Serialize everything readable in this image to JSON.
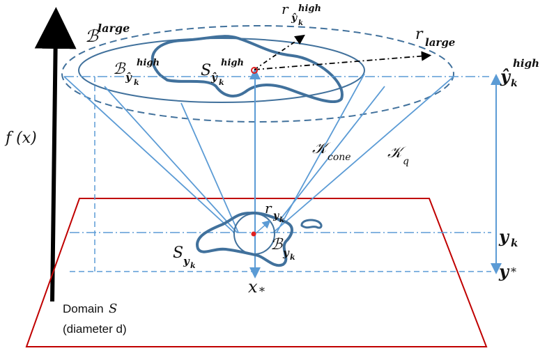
{
  "labels": {
    "f_x": "f (x)",
    "B_large_main": "ℬ",
    "B_large_sup": "large",
    "B_hat_main": "ℬ",
    "B_hat_sub": "ŷ",
    "B_hat_subsub": "k",
    "B_hat_sup": "high",
    "S_hat_main": "S",
    "S_hat_sub": "ŷ",
    "S_hat_subsub": "k",
    "S_hat_sup": "high",
    "r_hat_main": "r",
    "r_hat_sub": "ŷ",
    "r_hat_subsub": "k",
    "r_hat_sup": "high",
    "r_large_main": "r",
    "r_large_sub": "large",
    "y_hat_main": "ŷ",
    "y_hat_sub": "k",
    "y_hat_sup": "high",
    "K_cone_main": "𝒦",
    "K_cone_sub": "cone",
    "K_q_main": "𝒦",
    "K_q_sub": "q",
    "r_yk_main": "r",
    "r_yk_sub": "y",
    "r_yk_subsub": "k",
    "B_yk_main": "ℬ",
    "B_yk_sub": "y",
    "B_yk_subsub": "k",
    "S_yk_main": "S",
    "S_yk_sub": "y",
    "S_yk_subsub": "k",
    "y_k_main": "y",
    "y_k_sub": "k",
    "y_star": "y",
    "y_star_sub": "*",
    "x_star": "x",
    "x_star_sub": "*",
    "domain_line1": "Domain",
    "domain_S": "S",
    "domain_line2": "(diameter d)"
  },
  "colors": {
    "blue": "#5b9bd5",
    "dark_blue": "#41719c",
    "red": "#c00000",
    "dot_red": "#e02020",
    "black": "#000000"
  }
}
